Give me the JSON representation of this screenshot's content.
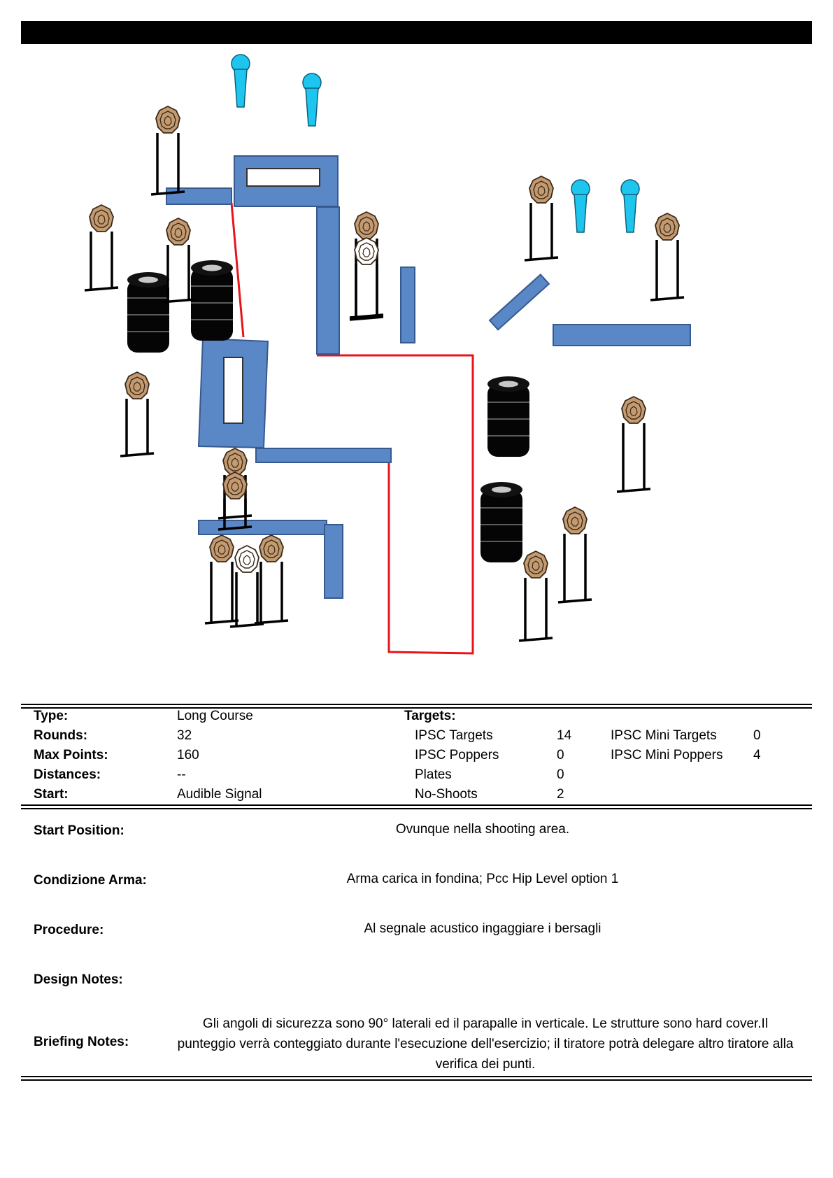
{
  "summary": {
    "labels": {
      "type": "Type:",
      "rounds": "Rounds:",
      "max_points": "Max Points:",
      "distances": "Distances:",
      "start": "Start:"
    },
    "values": {
      "type": "Long Course",
      "rounds": "32",
      "max_points": "160",
      "distances": "--",
      "start": "Audible Signal"
    }
  },
  "targets": {
    "header": "Targets:",
    "col1": [
      {
        "label": "IPSC Targets",
        "count": "14"
      },
      {
        "label": "IPSC Poppers",
        "count": "0"
      },
      {
        "label": "Plates",
        "count": "0"
      },
      {
        "label": "No-Shoots",
        "count": "2"
      }
    ],
    "col2": [
      {
        "label": "IPSC Mini Targets",
        "count": "0"
      },
      {
        "label": "IPSC Mini Poppers",
        "count": "4"
      }
    ]
  },
  "details": {
    "start_position": {
      "label": "Start Position:",
      "value": "Ovunque nella shooting area."
    },
    "condizione_arma": {
      "label": "Condizione Arma:",
      "value": "Arma carica in fondina; Pcc Hip Level option 1"
    },
    "procedure": {
      "label": "Procedure:",
      "value": "Al segnale acustico ingaggiare i bersagli"
    },
    "design_notes": {
      "label": "Design Notes:",
      "value": ""
    },
    "briefing_notes": {
      "label": "Briefing Notes:",
      "value": "Gli angoli di sicurezza sono 90° laterali ed il parapalle in verticale. Le strutture sono hard cover.Il punteggio verrà conteggiato durante l'esecuzione dell'esercizio; il tiratore potrà delegare altro tiratore alla verifica  dei punti."
    }
  },
  "colors": {
    "wall": "#5a87c5",
    "wall_edge": "#36598f",
    "target": "#c49a70",
    "no_shoot": "#ffffff",
    "popper": "#1ec6ef",
    "barrel": "#000000",
    "fault_line": "#e8141c"
  },
  "icons": {
    "ipsc_target": "ipsc-target-icon",
    "no_shoot": "no-shoot-icon",
    "popper": "mini-popper-icon",
    "barrel": "barrel-stack-icon"
  }
}
